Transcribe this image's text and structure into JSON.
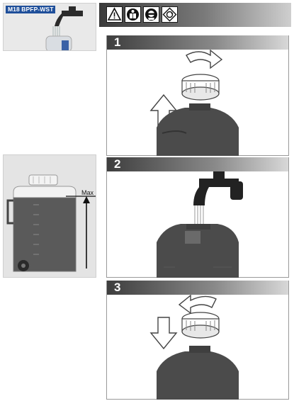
{
  "product": {
    "model": "M18 BPFP-WST"
  },
  "safety_icons": [
    "warning-icon",
    "read-manual-icon",
    "eye-protection-icon",
    "recycle-icon"
  ],
  "steps": [
    {
      "number": "1",
      "action": "open-cap"
    },
    {
      "number": "2",
      "action": "fill-water"
    },
    {
      "number": "3",
      "action": "close-cap"
    }
  ],
  "tank_diagram": {
    "max_label": "Max"
  },
  "colors": {
    "header_dark": "#3a3a3a",
    "label_blue": "#1f4f9a",
    "tank_grey": "#4a4a4a"
  }
}
